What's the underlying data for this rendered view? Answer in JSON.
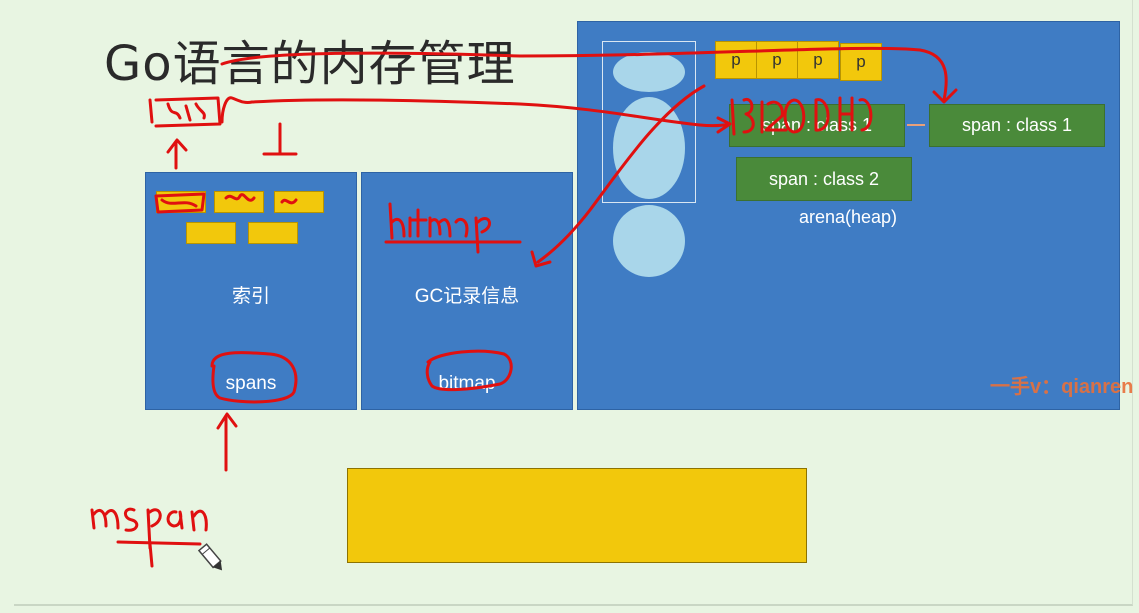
{
  "title": "Go语言的内存管理",
  "index_box": {
    "label": "索引",
    "sublabel": "spans"
  },
  "bitmap_box": {
    "label": "GC记录信息",
    "sublabel": "bitmap"
  },
  "arena": {
    "label": "arena(heap)",
    "p_cells": [
      "p",
      "p",
      "p",
      "p"
    ],
    "spans": [
      "span : class 1",
      "span : class 1",
      "span : class 2"
    ]
  },
  "watermark": "一手v：qianren",
  "annotations": {
    "note": "mspan"
  },
  "colors": {
    "background": "#e8f5e2",
    "blue_box": "#3f7cc4",
    "yellow": "#f2c80c",
    "span_green": "#4a8a3a",
    "oval": "#a9d6ea",
    "ink_red": "#e01010"
  },
  "icons": {
    "cursor": "pencil-cursor-icon"
  }
}
